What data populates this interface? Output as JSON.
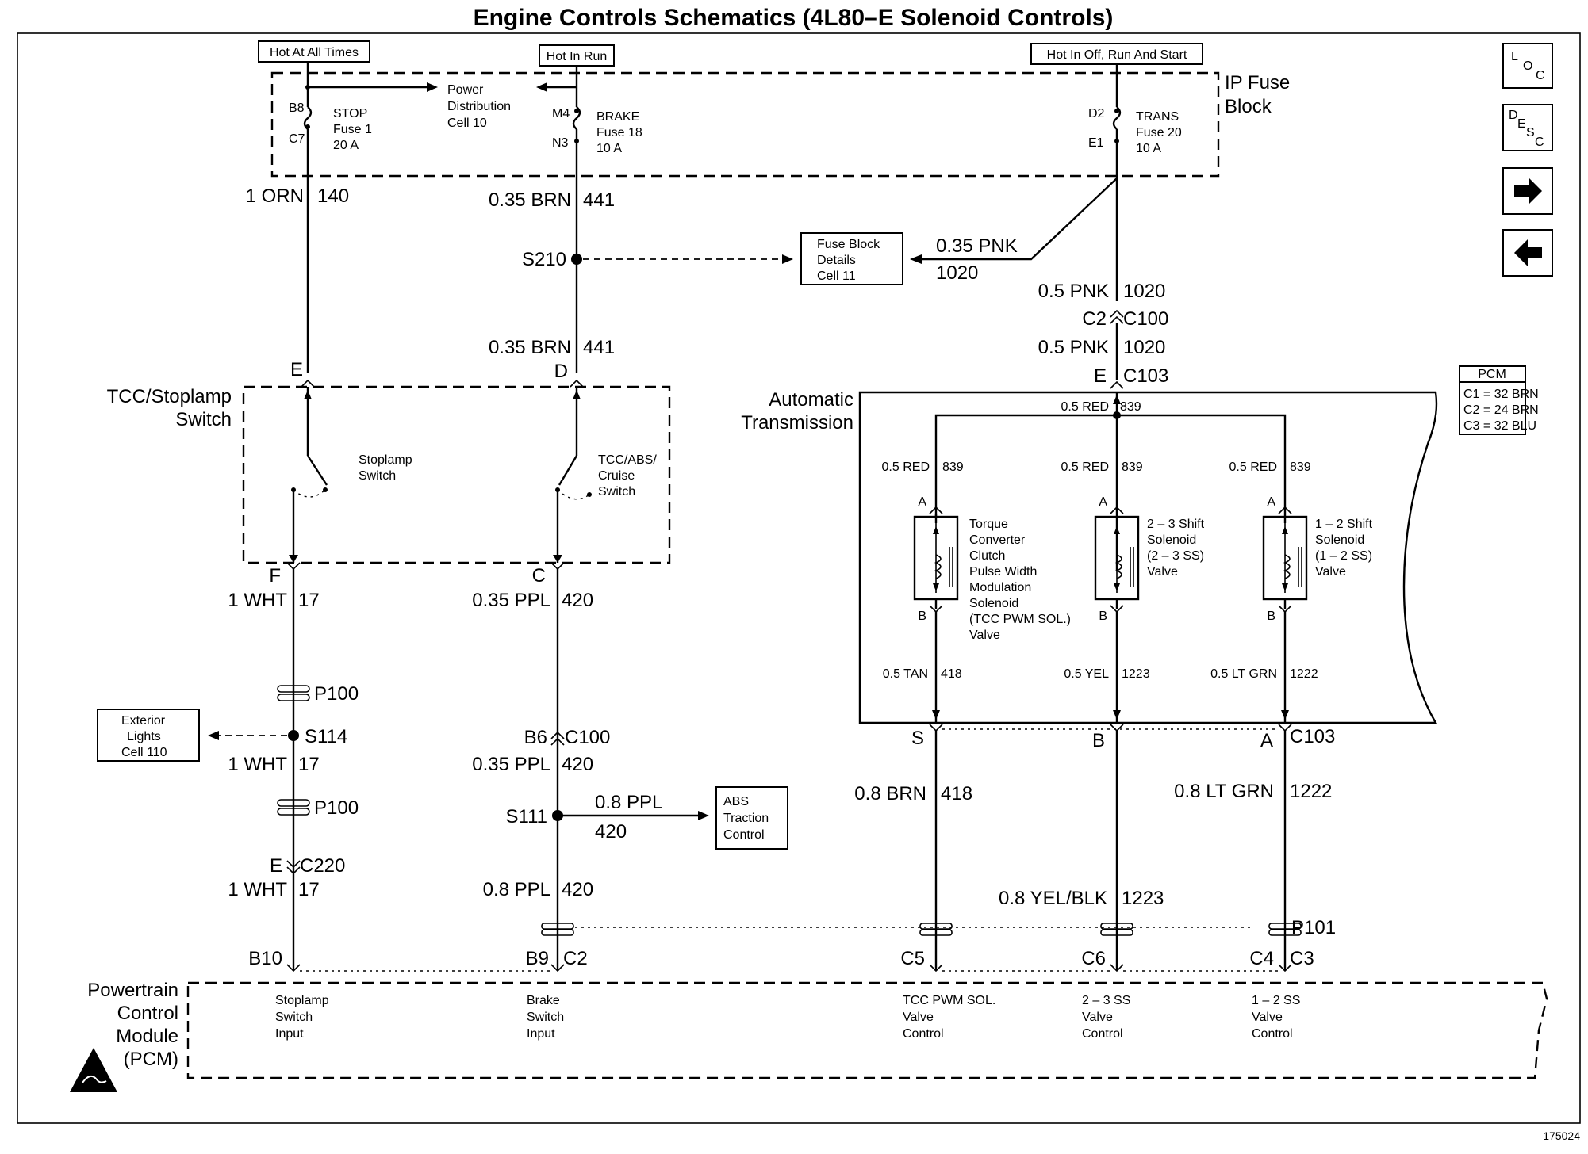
{
  "title": "Engine Controls Schematics (4L80–E Solenoid Controls)",
  "figure_number": "175024",
  "power_sources": {
    "hot_at_all_times": "Hot At All Times",
    "hot_in_run": "Hot In Run",
    "hot_in_off_run_start": "Hot In Off, Run And Start"
  },
  "ip_fuse_block": {
    "line1": "IP Fuse",
    "line2": "Block"
  },
  "fuses": {
    "stop": {
      "top_pin": "B8",
      "bottom_pin": "C7",
      "name": "STOP",
      "fuse": "Fuse 1",
      "rating": "20 A"
    },
    "brake": {
      "top_pin": "M4",
      "bottom_pin": "N3",
      "name": "BRAKE",
      "fuse": "Fuse 18",
      "rating": "10 A"
    },
    "trans": {
      "top_pin": "D2",
      "bottom_pin": "E1",
      "name": "TRANS",
      "fuse": "Fuse 20",
      "rating": "10 A"
    }
  },
  "power_distribution": {
    "line1": "Power",
    "line2": "Distribution",
    "line3": "Cell 10"
  },
  "fuse_block_details": {
    "line1": "Fuse Block",
    "line2": "Details",
    "line3": "Cell 11"
  },
  "exterior_lights": {
    "line1": "Exterior",
    "line2": "Lights",
    "line3": "Cell 110"
  },
  "abs_traction": {
    "line1": "ABS",
    "line2": "Traction",
    "line3": "Control"
  },
  "wires": {
    "w140": {
      "gauge": "1 ORN",
      "circuit": "140"
    },
    "w441a": {
      "gauge": "0.35 BRN",
      "circuit": "441"
    },
    "w441b": {
      "gauge": "0.35 BRN",
      "circuit": "441"
    },
    "w1020a": {
      "gauge": "0.35 PNK",
      "circuit": "1020"
    },
    "w1020b": {
      "gauge": "0.5 PNK",
      "circuit": "1020"
    },
    "w1020c": {
      "gauge": "0.5 PNK",
      "circuit": "1020"
    },
    "w17a": {
      "gauge": "1 WHT",
      "circuit": "17"
    },
    "w17b": {
      "gauge": "1 WHT",
      "circuit": "17"
    },
    "w17c": {
      "gauge": "1 WHT",
      "circuit": "17"
    },
    "w420a": {
      "gauge": "0.35 PPL",
      "circuit": "420"
    },
    "w420b": {
      "gauge": "0.35 PPL",
      "circuit": "420"
    },
    "w420abs": {
      "gauge": "0.8 PPL",
      "circuit": "420"
    },
    "w420c": {
      "gauge": "0.8 PPL",
      "circuit": "420"
    },
    "w839main": {
      "gauge": "0.5 RED",
      "circuit": "839"
    },
    "w839a": {
      "gauge": "0.5 RED",
      "circuit": "839"
    },
    "w839b": {
      "gauge": "0.5 RED",
      "circuit": "839"
    },
    "w839c": {
      "gauge": "0.5 RED",
      "circuit": "839"
    },
    "w418int": {
      "gauge": "0.5 TAN",
      "circuit": "418"
    },
    "w1223int": {
      "gauge": "0.5 YEL",
      "circuit": "1223"
    },
    "w1222int": {
      "gauge": "0.5 LT GRN",
      "circuit": "1222"
    },
    "w418": {
      "gauge": "0.8 BRN",
      "circuit": "418"
    },
    "w1223": {
      "gauge": "0.8 YEL/BLK",
      "circuit": "1223"
    },
    "w1222": {
      "gauge": "0.8 LT GRN",
      "circuit": "1222"
    }
  },
  "splices": {
    "s210": "S210",
    "s114": "S114",
    "s111": "S111"
  },
  "connectors": {
    "p100a": "P100",
    "p100b": "P100",
    "p101": "P101",
    "c2": "C2",
    "c100a": "C100",
    "c100b": "C100",
    "b6": "B6",
    "c103a": "C103",
    "c103b": "C103",
    "c220": "C220",
    "e_c220": "E",
    "e_c103": "E",
    "pin_e": "E",
    "pin_d": "D",
    "pin_f": "F",
    "pin_c": "C",
    "pin_s": "S",
    "pin_b": "B",
    "pin_a": "A",
    "b10": "B10",
    "b9": "B9",
    "c2_pcm": "C2",
    "c5": "C5",
    "c6": "C6",
    "c4": "C4",
    "c3": "C3"
  },
  "tcc_switch": {
    "line1": "TCC/Stoplamp",
    "line2": "Switch",
    "stoplamp_l1": "Stoplamp",
    "stoplamp_l2": "Switch",
    "tcc_l1": "TCC/ABS/",
    "tcc_l2": "Cruise",
    "tcc_l3": "Switch"
  },
  "automatic_transmission": {
    "line1": "Automatic",
    "line2": "Transmission"
  },
  "solenoids": {
    "tcc": {
      "pin_a": "A",
      "pin_b": "B",
      "lines": [
        "Torque",
        "Converter",
        "Clutch",
        "Pulse Width",
        "Modulation",
        "Solenoid",
        "(TCC PWM SOL.)",
        "Valve"
      ]
    },
    "ss23": {
      "pin_a": "A",
      "pin_b": "B",
      "lines": [
        "2 – 3 Shift",
        "Solenoid",
        "(2 – 3 SS)",
        "Valve"
      ]
    },
    "ss12": {
      "pin_a": "A",
      "pin_b": "B",
      "lines": [
        "1 – 2 Shift",
        "Solenoid",
        "(1 – 2 SS)",
        "Valve"
      ]
    }
  },
  "pcm_legend": {
    "title": "PCM",
    "c1": "C1 = 32 BRN",
    "c2": "C2 = 24 BRN",
    "c3": "C3 = 32 BLU"
  },
  "pcm": {
    "line1": "Powertrain",
    "line2": "Control",
    "line3": "Module",
    "line4": "(PCM)",
    "inputs": {
      "stoplamp": [
        "Stoplamp",
        "Switch",
        "Input"
      ],
      "brake": [
        "Brake",
        "Switch",
        "Input"
      ],
      "tcc": [
        "TCC PWM SOL.",
        "Valve",
        "Control"
      ],
      "ss23": [
        "2 – 3 SS",
        "Valve",
        "Control"
      ],
      "ss12": [
        "1 – 2 SS",
        "Valve",
        "Control"
      ]
    }
  },
  "nav_buttons": {
    "loc": {
      "l1": "L",
      "l2": "O",
      "l3": "C"
    },
    "desc": {
      "l1": "D",
      "l2": "E",
      "l3": "S",
      "l4": "C"
    },
    "next_icon": "right-arrow-icon",
    "prev_icon": "left-arrow-icon"
  }
}
